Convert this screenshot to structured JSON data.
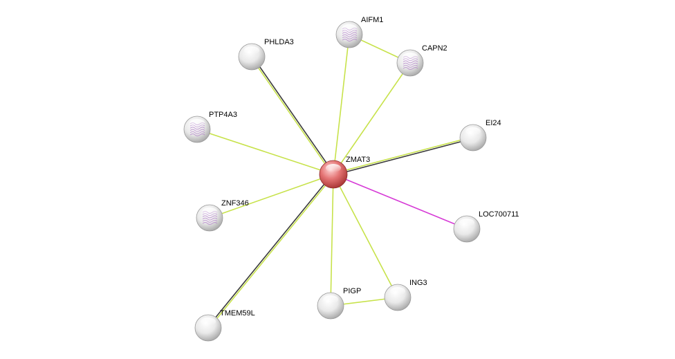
{
  "network": {
    "colors": {
      "textmining": "#c7e24a",
      "coexpression": "#3a3a3a",
      "experiments": "#d63ad6",
      "query_node": "#e05a5a",
      "node": "#e6e6e6",
      "structure_glyph": "#b07cc8"
    },
    "nodes": [
      {
        "id": "ZMAT3",
        "label": "ZMAT3",
        "query": true,
        "structure": false
      },
      {
        "id": "AIFM1",
        "label": "AIFM1",
        "query": false,
        "structure": true
      },
      {
        "id": "CAPN2",
        "label": "CAPN2",
        "query": false,
        "structure": true
      },
      {
        "id": "PHLDA3",
        "label": "PHLDA3",
        "query": false,
        "structure": false
      },
      {
        "id": "PTP4A3",
        "label": "PTP4A3",
        "query": false,
        "structure": true
      },
      {
        "id": "EI24",
        "label": "EI24",
        "query": false,
        "structure": false
      },
      {
        "id": "ZNF346",
        "label": "ZNF346",
        "query": false,
        "structure": true
      },
      {
        "id": "LOC700711",
        "label": "LOC700711",
        "query": false,
        "structure": false
      },
      {
        "id": "ING3",
        "label": "ING3",
        "query": false,
        "structure": false
      },
      {
        "id": "PIGP",
        "label": "PIGP",
        "query": false,
        "structure": false
      },
      {
        "id": "TMEM59L",
        "label": "TMEM59L",
        "query": false,
        "structure": false
      }
    ],
    "edges": [
      {
        "source": "ZMAT3",
        "target": "AIFM1",
        "types": [
          "textmining"
        ]
      },
      {
        "source": "ZMAT3",
        "target": "CAPN2",
        "types": [
          "textmining"
        ]
      },
      {
        "source": "ZMAT3",
        "target": "PHLDA3",
        "types": [
          "textmining",
          "coexpression"
        ]
      },
      {
        "source": "ZMAT3",
        "target": "PTP4A3",
        "types": [
          "textmining"
        ]
      },
      {
        "source": "ZMAT3",
        "target": "EI24",
        "types": [
          "textmining",
          "coexpression"
        ]
      },
      {
        "source": "ZMAT3",
        "target": "ZNF346",
        "types": [
          "textmining"
        ]
      },
      {
        "source": "ZMAT3",
        "target": "LOC700711",
        "types": [
          "experiments"
        ]
      },
      {
        "source": "ZMAT3",
        "target": "ING3",
        "types": [
          "textmining"
        ]
      },
      {
        "source": "ZMAT3",
        "target": "PIGP",
        "types": [
          "textmining"
        ]
      },
      {
        "source": "ZMAT3",
        "target": "TMEM59L",
        "types": [
          "textmining",
          "coexpression"
        ]
      },
      {
        "source": "AIFM1",
        "target": "CAPN2",
        "types": [
          "textmining"
        ]
      },
      {
        "source": "PIGP",
        "target": "ING3",
        "types": [
          "textmining"
        ]
      }
    ]
  }
}
